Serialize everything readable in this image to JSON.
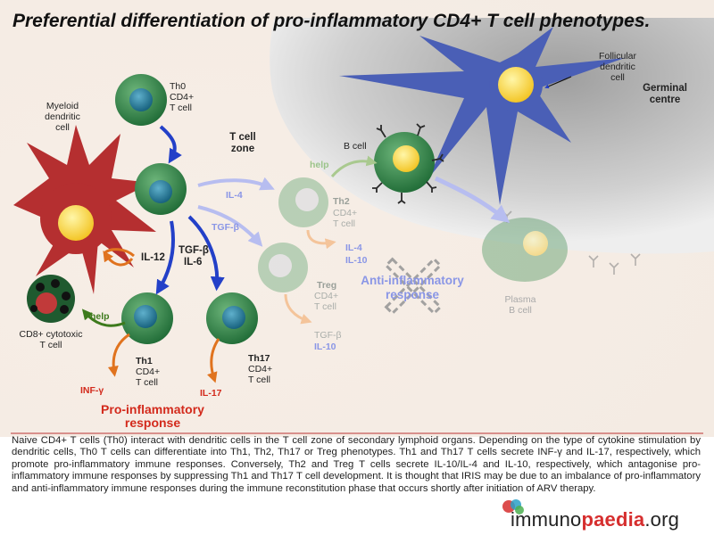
{
  "title": "Preferential differentiation of pro-inflammatory CD4+ T cell phenotypes.",
  "labels": {
    "th0": [
      "Th0",
      "CD4+",
      "T cell"
    ],
    "myeloid": [
      "Myeloid",
      "dendritic",
      "cell"
    ],
    "tcell_zone": [
      "T cell",
      "zone"
    ],
    "follicular": [
      "Follicular",
      "dendritic",
      "cell"
    ],
    "germinal": [
      "Germinal",
      "centre"
    ],
    "bcell": "B cell",
    "help_b": "help",
    "il4_arrow": "IL-4",
    "tgf_arrow": "TGF-β",
    "th2_name": "Th2",
    "th2_sub": [
      "CD4+",
      "T cell"
    ],
    "th2_cyto": [
      "IL-4",
      "IL-10"
    ],
    "treg_name": "Treg",
    "treg_sub": [
      "CD4+",
      "T cell"
    ],
    "treg_cyto": [
      "TGF-β",
      "IL-10"
    ],
    "anti_response": [
      "Anti-inflammatory",
      "response"
    ],
    "plasma": [
      "Plasma",
      "B cell"
    ],
    "il12": "IL-12",
    "tgf_il6": [
      "TGF-β",
      "IL-6"
    ],
    "help_cd8": "help",
    "cd8": [
      "CD8+ cytotoxic",
      "T cell"
    ],
    "th1_name": "Th1",
    "th1_sub": [
      "CD4+",
      "T cell"
    ],
    "th17_name": "Th17",
    "th17_sub": [
      "CD4+",
      "T cell"
    ],
    "inf_gamma": "INF-γ",
    "il17": "IL-17",
    "pro_response": [
      "Pro-inflammatory",
      "response"
    ]
  },
  "caption": "Naive CD4+ T cells (Th0) interact with dendritic cells in the T cell zone of secondary lymphoid organs. Depending on the type of cytokine stimulation by dendritic cells, Th0 T cells can differentiate into Th1, Th2, Th17 or Treg phenotypes.  Th1 and Th17 T cells secrete INF-γ and IL-17, respectively, which promote pro-inflammatory immune responses. Conversely, Th2 and Treg T cells secrete IL-10/IL-4 and IL-10, respectively, which antagonise pro-inflammatory immune responses by suppressing Th1 and Th17 T cell development. It is thought that IRIS may be due to an imbalance of pro-inflammatory and anti-inflammatory immune responses during the immune reconstitution phase that occurs shortly after initiation of ARV therapy.",
  "logo": {
    "part1": "immuno",
    "part2": "paedia",
    "part3": ".org"
  },
  "colors": {
    "green_cell": "#2f7a43",
    "nucleus_blue": "#1d6f8f",
    "dendritic_red": "#b52f30",
    "yellow": "#f6d34a",
    "arrow_blue": "#2340c8",
    "arrow_orange": "#e0731e",
    "arrow_green": "#3d7a1c",
    "fdc_blue": "#4a5fb6",
    "cytokine_red": "#d32a1c",
    "anti_blue": "#8a96e6"
  }
}
